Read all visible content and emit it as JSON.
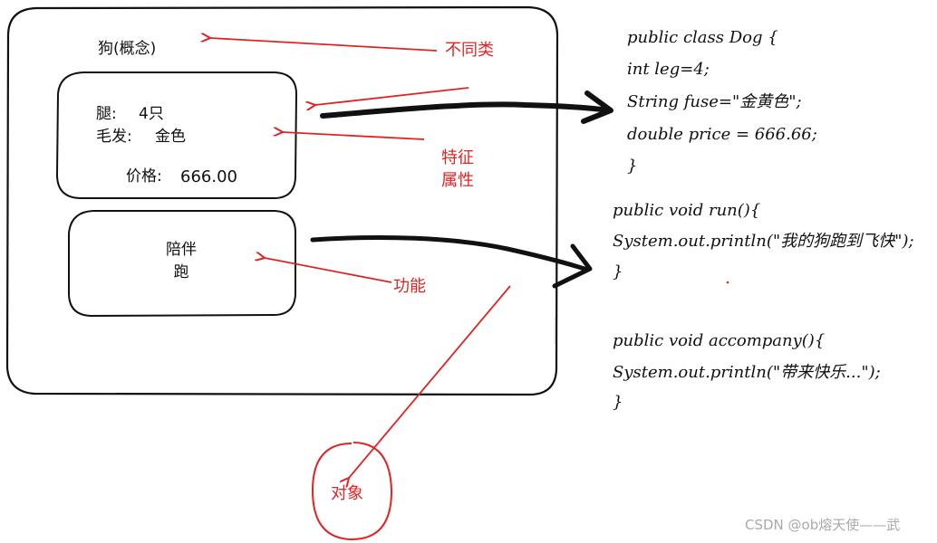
{
  "concept_title": "狗(概念)",
  "attributes": {
    "leg_label": "腿:",
    "leg_value": "4只",
    "fur_label": "毛发:",
    "fur_value": "金色",
    "price_label": "价格:",
    "price_value": "666.00"
  },
  "functions": {
    "line1": "陪伴",
    "line2": "跑"
  },
  "annotations": {
    "class_note": "不同类",
    "feature_line1": "特征",
    "feature_line2": "属性",
    "function_note": "功能",
    "object_note": "对象"
  },
  "code": {
    "class_block": [
      "public class Dog {",
      "int leg=4;",
      "String fuse=\"金黄色\";",
      "double price = 666.66;",
      "}"
    ],
    "run_block": [
      "public void run(){",
      "System.out.println(\"我的狗跑到飞快\");",
      "}"
    ],
    "accompany_block": [
      "public void accompany(){",
      "System.out.println(\"带来快乐...\");",
      "}"
    ]
  },
  "watermark": "CSDN @ob熔天使——武",
  "colors": {
    "ink": "#111111",
    "annotation": "#e02424",
    "watermark": "#a9a9a9"
  }
}
